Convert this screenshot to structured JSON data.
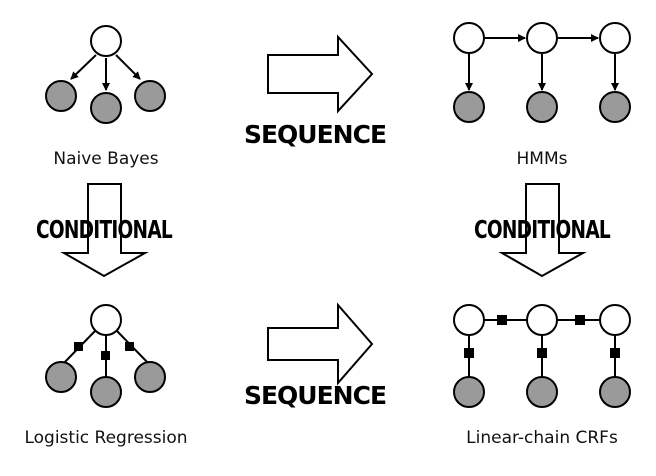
{
  "colors": {
    "observed_fill": "#9a9a9a",
    "hidden_fill": "#ffffff",
    "stroke": "#000000"
  },
  "quadrants": {
    "naive_bayes": {
      "caption": "Naive Bayes"
    },
    "hmms": {
      "caption": "HMMs"
    },
    "logistic_regression": {
      "caption": "Logistic Regression"
    },
    "linear_chain_crfs": {
      "caption": "Linear-chain CRFs"
    }
  },
  "transitions": {
    "top_sequence": "SEQUENCE",
    "bottom_sequence": "SEQUENCE",
    "left_conditional": "CONDITIONAL",
    "right_conditional": "CONDITIONAL"
  }
}
